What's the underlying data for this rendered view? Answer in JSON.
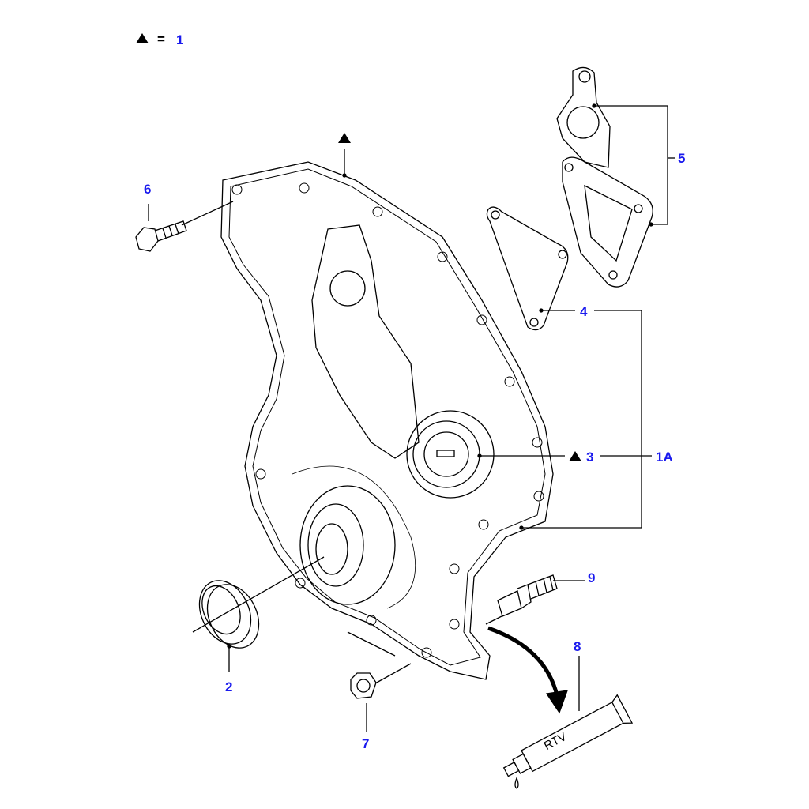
{
  "legend": {
    "symbol": "triangle-icon",
    "equals": "=",
    "ref": "1"
  },
  "callouts": {
    "c1A": "1A",
    "c2": "2",
    "c3": "3",
    "c4": "4",
    "c5": "5",
    "c6": "6",
    "c7": "7",
    "c8": "8",
    "c9": "9"
  },
  "tube_text": "RTV",
  "colors": {
    "label": "#1a1aee",
    "line": "#000000"
  }
}
